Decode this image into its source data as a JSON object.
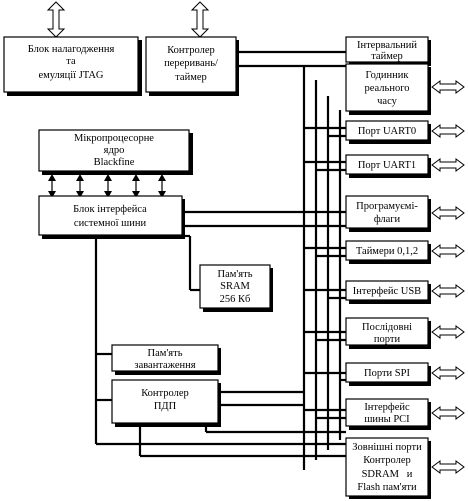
{
  "blocks": {
    "jtag": [
      "Блок налагодження",
      "та",
      "емуляції JTAG"
    ],
    "interrupt": [
      "Контролер",
      "переривань/",
      "таймер"
    ],
    "core": [
      "Мікропроцесорне",
      "ядро",
      "Blackfine"
    ],
    "bus_iface": [
      "Блок інтерфейса",
      "системної шини"
    ],
    "sram": [
      "Пам'ять",
      "SRAM",
      "256 Кб"
    ],
    "boot_mem": [
      "Пам'ять",
      "завантаження"
    ],
    "dma": [
      "Контролер",
      "ПДП"
    ]
  },
  "peripherals": {
    "interval_timer": [
      "Інтервальний",
      "таймер"
    ],
    "rtc": [
      "Годинник",
      "реального",
      "часу"
    ],
    "uart0": [
      "Порт UART0"
    ],
    "uart1": [
      "Порт UART1"
    ],
    "flags": [
      "Програмуємі-",
      "флаги"
    ],
    "timers": [
      "Таймери 0,1,2"
    ],
    "usb": [
      "Інтерфейс USB"
    ],
    "serial": [
      "Послідовні",
      "порти"
    ],
    "spi": [
      "Порти SPI"
    ],
    "pci": [
      "Інтерфейс",
      "шины PCI"
    ],
    "external": [
      "Зовнішні порти",
      "Контролер",
      "SDRAM   и",
      "Flash пам'яти"
    ]
  }
}
